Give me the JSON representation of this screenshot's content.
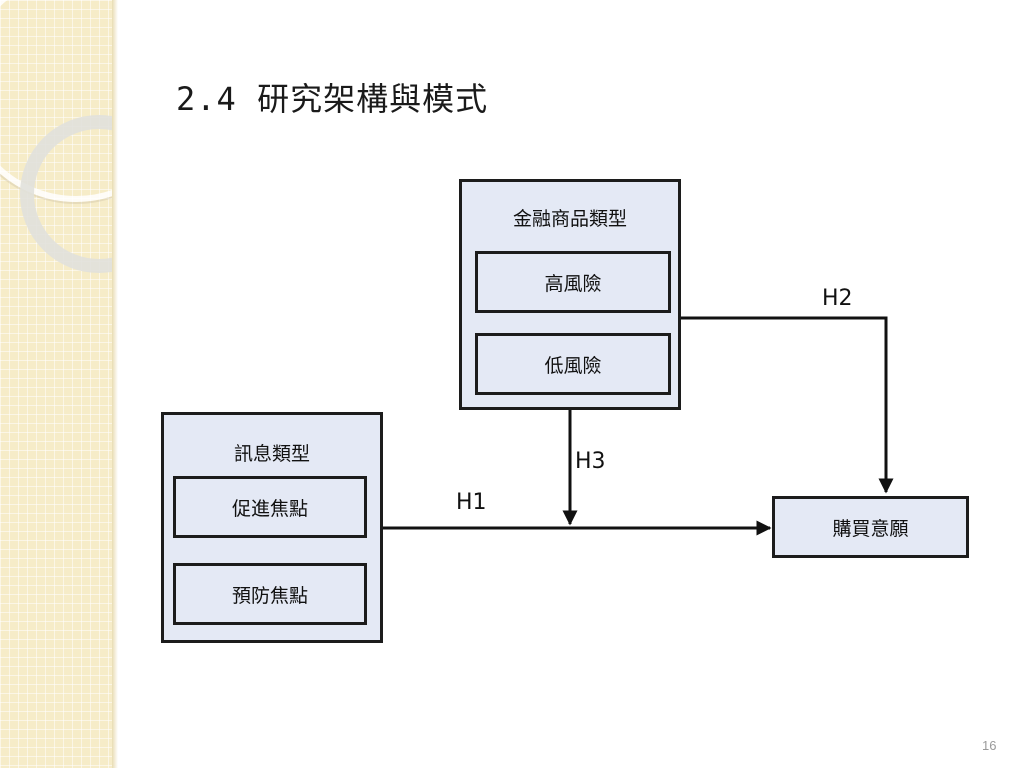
{
  "slide": {
    "title": "2.4 研究架構與模式",
    "page_number": "16"
  },
  "diagram": {
    "product_box": {
      "title": "金融商品類型",
      "items": [
        "高風險",
        "低風險"
      ]
    },
    "message_box": {
      "title": "訊息類型",
      "items": [
        "促進焦點",
        "預防焦點"
      ]
    },
    "outcome_box": {
      "label": "購買意願"
    },
    "hypotheses": {
      "h1": "H1",
      "h2": "H2",
      "h3": "H3"
    }
  },
  "colors": {
    "box_fill": "#e4e9f5",
    "stroke": "#1c1c1c",
    "sidebar": "#f6ecc8"
  }
}
